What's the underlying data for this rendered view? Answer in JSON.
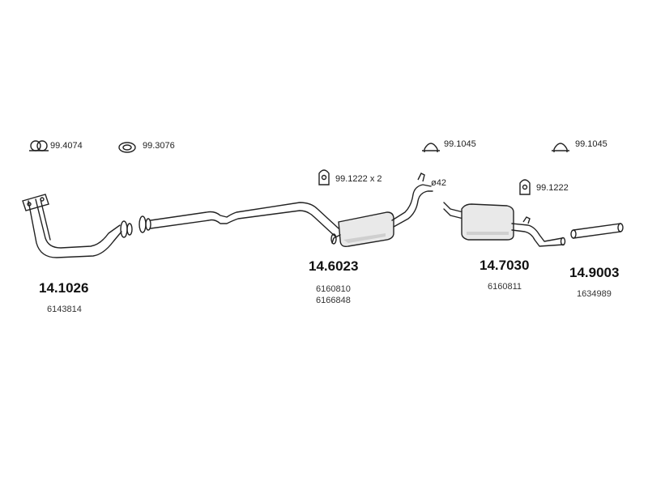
{
  "accessories": {
    "clamp_left": "99.4074",
    "gasket_ring": "99.3076",
    "rubber_pair": "99.1222 x 2",
    "diameter": "ø42",
    "clamp_mid": "99.1045",
    "rubber_single": "99.1222",
    "clamp_right": "99.1045"
  },
  "parts": {
    "front_pipe": {
      "code": "14.1026",
      "oem": [
        "6143814"
      ]
    },
    "middle_silencer": {
      "code": "14.6023",
      "oem": [
        "6160810",
        "6166848"
      ]
    },
    "rear_silencer": {
      "code": "14.7030",
      "oem": [
        "6160811"
      ]
    },
    "tail_pipe": {
      "code": "14.9003",
      "oem": [
        "1634989"
      ]
    }
  }
}
